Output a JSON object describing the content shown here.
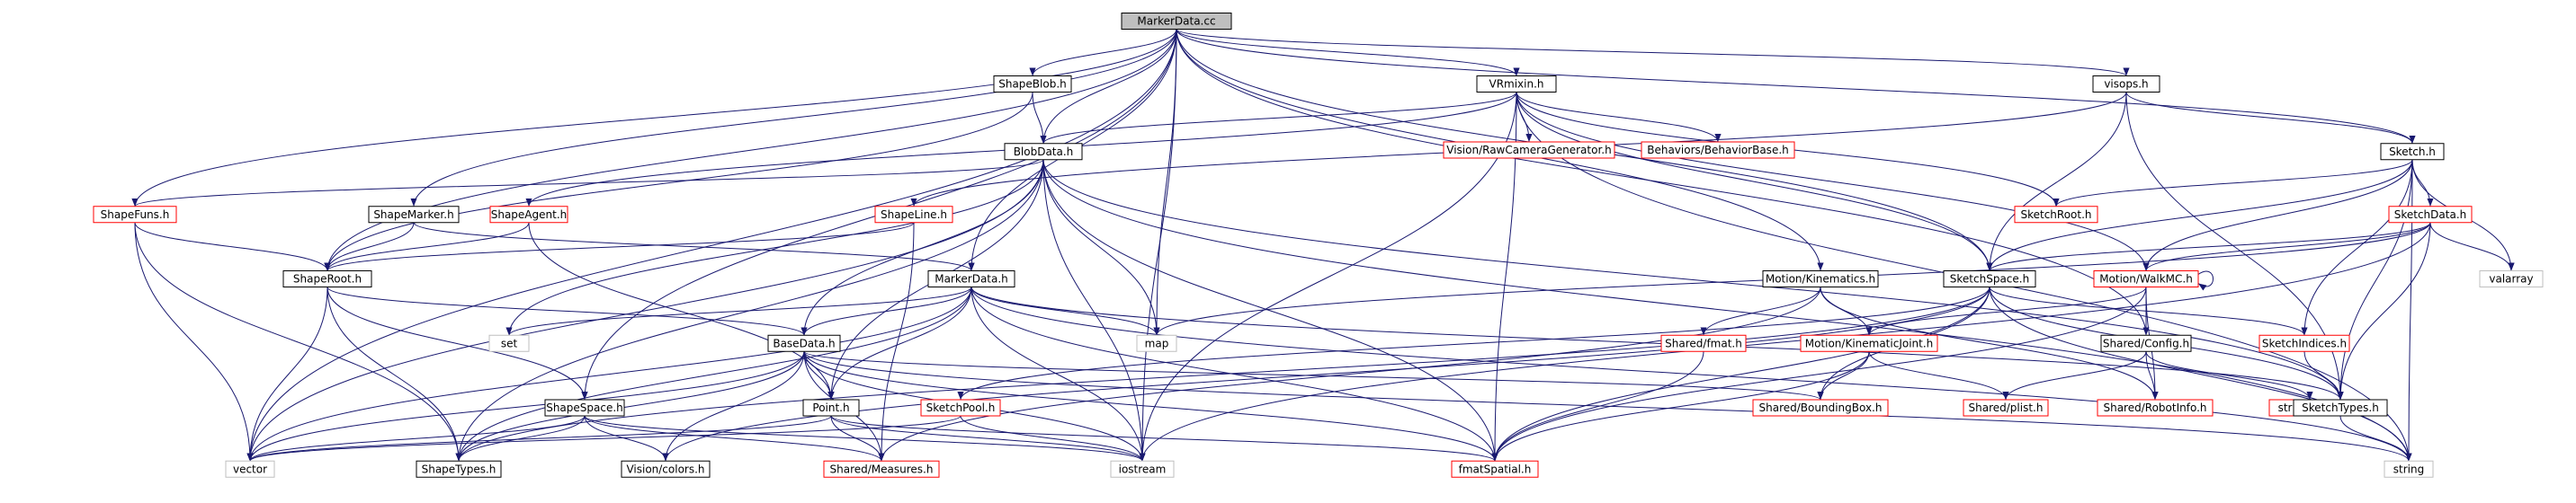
{
  "graph": {
    "nodes": [
      {
        "id": "root",
        "label": "MarkerData.cc",
        "style": "root"
      },
      {
        "id": "shapeblob",
        "label": "ShapeBlob.h",
        "style": "black"
      },
      {
        "id": "vrmixin",
        "label": "VRmixin.h",
        "style": "black"
      },
      {
        "id": "visops",
        "label": "visops.h",
        "style": "black"
      },
      {
        "id": "blobdata",
        "label": "BlobData.h",
        "style": "black"
      },
      {
        "id": "rawcam",
        "label": "Vision/RawCameraGenerator.h",
        "style": "red"
      },
      {
        "id": "behaviorbase",
        "label": "Behaviors/BehaviorBase.h",
        "style": "red"
      },
      {
        "id": "sketch",
        "label": "Sketch.h",
        "style": "black"
      },
      {
        "id": "shapefuns",
        "label": "ShapeFuns.h",
        "style": "red"
      },
      {
        "id": "shapemarker",
        "label": "ShapeMarker.h",
        "style": "black"
      },
      {
        "id": "shapeagent",
        "label": "ShapeAgent.h",
        "style": "red"
      },
      {
        "id": "shapeline",
        "label": "ShapeLine.h",
        "style": "red"
      },
      {
        "id": "sketchroot",
        "label": "SketchRoot.h",
        "style": "red"
      },
      {
        "id": "sketchdata",
        "label": "SketchData.h",
        "style": "red"
      },
      {
        "id": "shaperoot",
        "label": "ShapeRoot.h",
        "style": "black"
      },
      {
        "id": "markerdata",
        "label": "MarkerData.h",
        "style": "black"
      },
      {
        "id": "kinematics",
        "label": "Motion/Kinematics.h",
        "style": "black"
      },
      {
        "id": "sketchspace",
        "label": "SketchSpace.h",
        "style": "black"
      },
      {
        "id": "walkmc",
        "label": "Motion/WalkMC.h",
        "style": "red"
      },
      {
        "id": "valarray",
        "label": "valarray",
        "style": "gray"
      },
      {
        "id": "set",
        "label": "set",
        "style": "gray"
      },
      {
        "id": "map",
        "label": "map",
        "style": "gray"
      },
      {
        "id": "basedata",
        "label": "BaseData.h",
        "style": "black"
      },
      {
        "id": "fmat",
        "label": "Shared/fmat.h",
        "style": "red"
      },
      {
        "id": "kinjoint",
        "label": "Motion/KinematicJoint.h",
        "style": "red"
      },
      {
        "id": "config",
        "label": "Shared/Config.h",
        "style": "black"
      },
      {
        "id": "sketchindices",
        "label": "SketchIndices.h",
        "style": "red"
      },
      {
        "id": "shapespace",
        "label": "ShapeSpace.h",
        "style": "black"
      },
      {
        "id": "point",
        "label": "Point.h",
        "style": "black"
      },
      {
        "id": "sketchpool",
        "label": "SketchPool.h",
        "style": "red"
      },
      {
        "id": "boundingbox",
        "label": "Shared/BoundingBox.h",
        "style": "red"
      },
      {
        "id": "plist",
        "label": "Shared/plist.h",
        "style": "red"
      },
      {
        "id": "robotinfo",
        "label": "Shared/RobotInfo.h",
        "style": "red"
      },
      {
        "id": "stringutil",
        "label": "string_util.h",
        "style": "red"
      },
      {
        "id": "sketchtypes",
        "label": "SketchTypes.h",
        "style": "black"
      },
      {
        "id": "vector",
        "label": "vector",
        "style": "gray"
      },
      {
        "id": "shapetypes",
        "label": "ShapeTypes.h",
        "style": "black"
      },
      {
        "id": "colors",
        "label": "Vision/colors.h",
        "style": "black"
      },
      {
        "id": "measures",
        "label": "Shared/Measures.h",
        "style": "red"
      },
      {
        "id": "iostream",
        "label": "iostream",
        "style": "gray"
      },
      {
        "id": "fmatspatial",
        "label": "fmatSpatial.h",
        "style": "red"
      },
      {
        "id": "string",
        "label": "string",
        "style": "gray"
      }
    ],
    "edges": [
      [
        "root",
        "shapeblob"
      ],
      [
        "root",
        "vrmixin"
      ],
      [
        "root",
        "visops"
      ],
      [
        "root",
        "blobdata"
      ],
      [
        "root",
        "sketch"
      ],
      [
        "root",
        "shapefuns"
      ],
      [
        "root",
        "shapemarker"
      ],
      [
        "root",
        "shaperoot"
      ],
      [
        "root",
        "markerdata"
      ],
      [
        "root",
        "kinematics"
      ],
      [
        "root",
        "sketchspace"
      ],
      [
        "root",
        "map"
      ],
      [
        "root",
        "iostream"
      ],
      [
        "root",
        "vector"
      ],
      [
        "root",
        "shapespace"
      ],
      [
        "root",
        "config"
      ],
      [
        "shapeblob",
        "blobdata"
      ],
      [
        "shapeblob",
        "shaperoot"
      ],
      [
        "vrmixin",
        "blobdata"
      ],
      [
        "vrmixin",
        "rawcam"
      ],
      [
        "vrmixin",
        "behaviorbase"
      ],
      [
        "vrmixin",
        "sketchroot"
      ],
      [
        "vrmixin",
        "shapeagent"
      ],
      [
        "vrmixin",
        "walkmc"
      ],
      [
        "vrmixin",
        "sketchspace"
      ],
      [
        "vrmixin",
        "iostream"
      ],
      [
        "vrmixin",
        "fmatspatial"
      ],
      [
        "vrmixin",
        "string"
      ],
      [
        "visops",
        "sketch"
      ],
      [
        "visops",
        "shapeline"
      ],
      [
        "visops",
        "sketchspace"
      ],
      [
        "visops",
        "sketchtypes"
      ],
      [
        "sketch",
        "sketchroot"
      ],
      [
        "sketch",
        "sketchdata"
      ],
      [
        "sketch",
        "sketchspace"
      ],
      [
        "sketch",
        "valarray"
      ],
      [
        "sketch",
        "sketchindices"
      ],
      [
        "sketch",
        "sketchtypes"
      ],
      [
        "sketch",
        "string"
      ],
      [
        "sketch",
        "walkmc"
      ],
      [
        "blobdata",
        "shapefuns"
      ],
      [
        "blobdata",
        "basedata"
      ],
      [
        "blobdata",
        "point"
      ],
      [
        "blobdata",
        "map"
      ],
      [
        "blobdata",
        "set"
      ],
      [
        "blobdata",
        "vector"
      ],
      [
        "blobdata",
        "iostream"
      ],
      [
        "blobdata",
        "fmatspatial"
      ],
      [
        "blobdata",
        "shapetypes"
      ],
      [
        "blobdata",
        "sketchtypes"
      ],
      [
        "blobdata",
        "string"
      ],
      [
        "shapefuns",
        "shaperoot"
      ],
      [
        "shapefuns",
        "vector"
      ],
      [
        "shapefuns",
        "shapetypes"
      ],
      [
        "shapemarker",
        "shaperoot"
      ],
      [
        "shapemarker",
        "markerdata"
      ],
      [
        "shapeagent",
        "shaperoot"
      ],
      [
        "shapeagent",
        "point"
      ],
      [
        "shapeline",
        "shaperoot"
      ],
      [
        "shapeline",
        "measures"
      ],
      [
        "sketchdata",
        "sketchspace"
      ],
      [
        "sketchdata",
        "valarray"
      ],
      [
        "sketchdata",
        "sketchtypes"
      ],
      [
        "sketchdata",
        "walkmc"
      ],
      [
        "sketchdata",
        "map"
      ],
      [
        "sketchdata",
        "iostream"
      ],
      [
        "shaperoot",
        "basedata"
      ],
      [
        "shaperoot",
        "shapespace"
      ],
      [
        "shaperoot",
        "vector"
      ],
      [
        "shaperoot",
        "shapetypes"
      ],
      [
        "markerdata",
        "basedata"
      ],
      [
        "markerdata",
        "point"
      ],
      [
        "markerdata",
        "map"
      ],
      [
        "markerdata",
        "set"
      ],
      [
        "markerdata",
        "vector"
      ],
      [
        "markerdata",
        "iostream"
      ],
      [
        "markerdata",
        "fmatspatial"
      ],
      [
        "markerdata",
        "shapetypes"
      ],
      [
        "markerdata",
        "sketchtypes"
      ],
      [
        "markerdata",
        "string"
      ],
      [
        "kinematics",
        "fmat"
      ],
      [
        "kinematics",
        "kinjoint"
      ],
      [
        "kinematics",
        "robotinfo"
      ],
      [
        "kinematics",
        "measures"
      ],
      [
        "sketchspace",
        "sketchindices"
      ],
      [
        "sketchspace",
        "sketchpool"
      ],
      [
        "sketchspace",
        "sketchtypes"
      ],
      [
        "sketchspace",
        "boundingbox"
      ],
      [
        "sketchspace",
        "colors"
      ],
      [
        "sketchspace",
        "fmatspatial"
      ],
      [
        "sketchspace",
        "shapetypes"
      ],
      [
        "sketchspace",
        "string"
      ],
      [
        "walkmc",
        "walkmc"
      ],
      [
        "walkmc",
        "kinjoint"
      ],
      [
        "walkmc",
        "config"
      ],
      [
        "walkmc",
        "robotinfo"
      ],
      [
        "walkmc",
        "fmatspatial"
      ],
      [
        "basedata",
        "point"
      ],
      [
        "basedata",
        "shapetypes"
      ],
      [
        "basedata",
        "measures"
      ],
      [
        "basedata",
        "boundingbox"
      ],
      [
        "basedata",
        "colors"
      ],
      [
        "basedata",
        "vector"
      ],
      [
        "basedata",
        "iostream"
      ],
      [
        "basedata",
        "fmatspatial"
      ],
      [
        "basedata",
        "string"
      ],
      [
        "fmat",
        "fmatspatial"
      ],
      [
        "kinjoint",
        "boundingbox"
      ],
      [
        "kinjoint",
        "plist"
      ],
      [
        "kinjoint",
        "fmatspatial"
      ],
      [
        "config",
        "plist"
      ],
      [
        "config",
        "robotinfo"
      ],
      [
        "config",
        "stringutil"
      ],
      [
        "sketchindices",
        "sketchtypes"
      ],
      [
        "shapespace",
        "shapetypes"
      ],
      [
        "shapespace",
        "measures"
      ],
      [
        "shapespace",
        "colors"
      ],
      [
        "shapespace",
        "vector"
      ],
      [
        "shapespace",
        "iostream"
      ],
      [
        "point",
        "measures"
      ],
      [
        "point",
        "vector"
      ],
      [
        "point",
        "iostream"
      ],
      [
        "point",
        "fmatspatial"
      ],
      [
        "sketchpool",
        "vector"
      ],
      [
        "sketchpool",
        "iostream"
      ],
      [
        "sketchtypes",
        "string"
      ]
    ]
  }
}
